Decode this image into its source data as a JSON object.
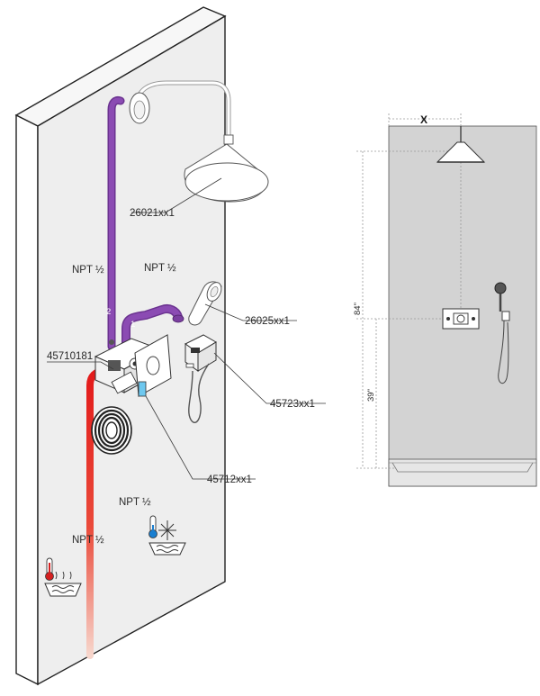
{
  "left_view": {
    "part_labels": {
      "rain_shower": "26021xx1",
      "hand_shower": "26025xx1",
      "wall_outlet": "45723xx1",
      "thermostat_trim": "45712xx1",
      "rough_in_valve": "45710181"
    },
    "pipe_labels": {
      "outlet_pipe_2": "NPT ½",
      "outlet_pipe_1": "NPT ½",
      "hot_supply": "NPT ½",
      "cold_supply": "NPT ½"
    },
    "outlet_numbers": {
      "outlet_1": "1",
      "outlet_2": "2"
    }
  },
  "right_view": {
    "x_dimension": "X",
    "shower_height": "84\"",
    "valve_height": "39\""
  },
  "colors": {
    "wall_front": "#eeeeee",
    "wall_side": "#ffffff",
    "shower_panel": "#d3d3d3",
    "outlet_pipe": "#7b3fa0",
    "hot_pipe": "#e02020",
    "cold_pipe": "#1a8fd6"
  }
}
